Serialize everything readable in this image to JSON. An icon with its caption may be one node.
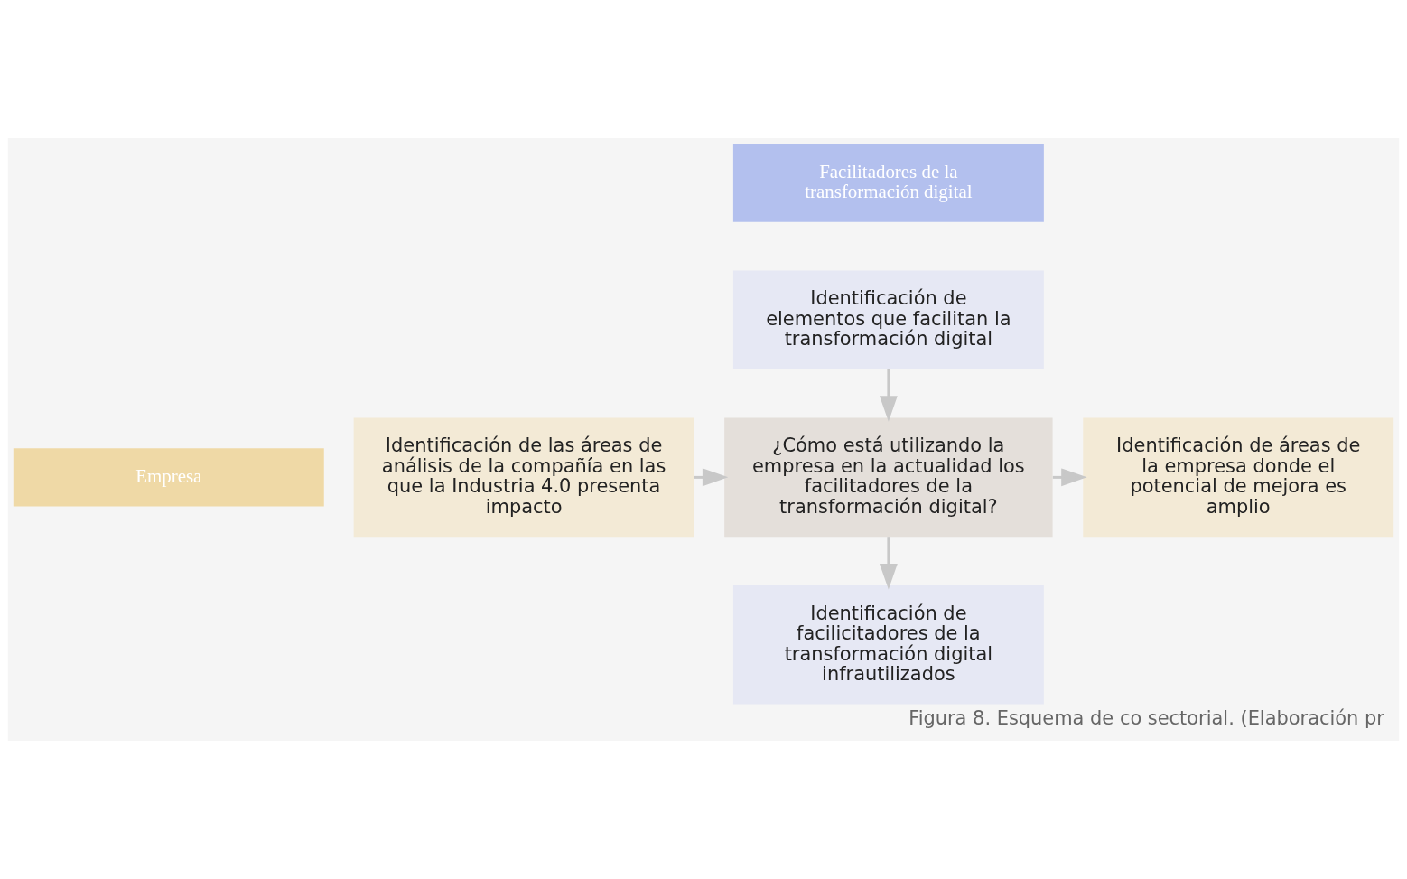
{
  "diagram": {
    "caption": "Figura 8. Esquema de co sectorial. (Elaboración pr",
    "nodes": [
      {
        "text": [
          "Facilitadores de la transformación digital"
        ]
      },
      {
        "text": [
          "Identificación de elementos que facilitan la transformación digital"
        ]
      },
      {
        "text": [
          "Empresa"
        ]
      },
      {
        "text": [
          "Identificación de las áreas de análisis de la compañía en las que la Industria 4.0 presenta impacto"
        ]
      },
      {
        "text": [
          "¿Cómo está utilizando la empresa en la actualidad los facilitadores de la transformación digital?"
        ]
      },
      {
        "text": [
          "Identificación de áreas de la empresa donde el potencial de mejora es amplio"
        ]
      },
      {
        "text": [
          "Identificación de facilicitadores de la transformación digital infrautilizados"
        ]
      }
    ],
    "edges": [
      {
        "from": 1,
        "to": 4,
        "arrow": "to"
      },
      {
        "from": 3,
        "to": 4,
        "arrow": "to"
      },
      {
        "from": 4,
        "to": 5,
        "arrow": "to"
      },
      {
        "from": 4,
        "to": 6,
        "arrow": "to"
      }
    ]
  }
}
